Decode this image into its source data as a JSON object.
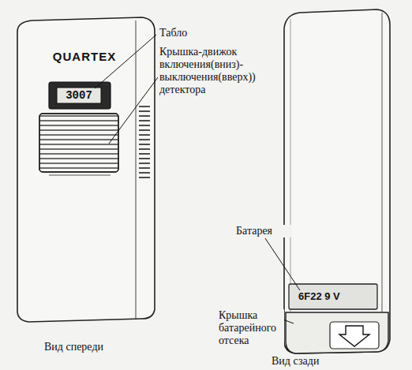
{
  "diagram": {
    "labels": [
      "QUARTEX",
      "3007",
      "Табло",
      "Крышка-движок включения(вниз)- выключения(вверх)) детектора",
      "Батарея",
      "6F22 9 V",
      "Крышка батарейного отсека",
      "Вид спереди",
      "Вид сзади"
    ]
  }
}
